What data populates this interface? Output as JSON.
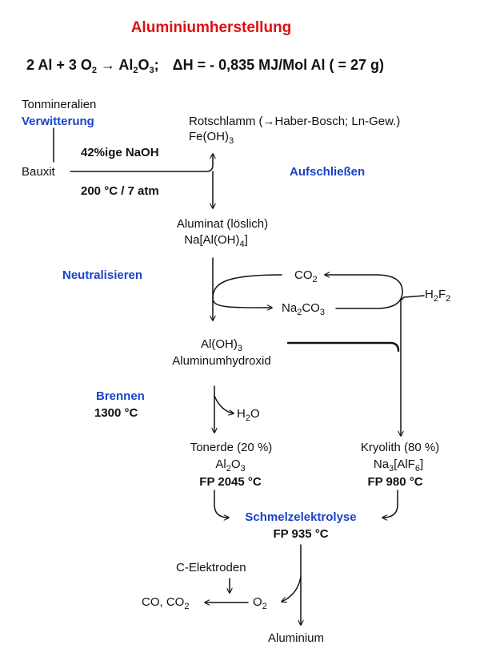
{
  "title": "Aluminiumherstellung",
  "equation": {
    "lhs_a": "2 Al + 3 O",
    "lhs_sub": "2",
    "arrow": "→",
    "product": "Al",
    "product_sub1": "2",
    "product_o": "O",
    "product_sub2": "3",
    "sep": ";",
    "delta": "ΔH = - 0,835 MJ/Mol Al ( = 27 g)"
  },
  "nodes": {
    "tonmineralien": "Tonmineralien",
    "bauxit": "Bauxit",
    "rotschlamm": "Rotschlamm (→Haber-Bosch; Ln-Gew.)",
    "feoh3_a": "Fe(OH)",
    "feoh3_sub": "3",
    "aluminat": "Aluminat (löslich)",
    "naaloh4_a": "Na[Al(OH)",
    "naaloh4_sub": "4",
    "naaloh4_b": "]",
    "co2_a": "CO",
    "co2_sub": "2",
    "h2f2_a": "H",
    "h2f2_sub1": "2",
    "h2f2_b": "F",
    "h2f2_sub2": "2",
    "na2co3_a": "Na",
    "na2co3_sub1": "2",
    "na2co3_b": "CO",
    "na2co3_sub2": "3",
    "aloh3_a": "Al(OH)",
    "aloh3_sub": "3",
    "aluminumhydroxid": "Aluminumhydroxid",
    "h2o_a": "H",
    "h2o_sub": "2",
    "h2o_b": "O",
    "tonerde": "Tonerde (20 %)",
    "al2o3_a": "Al",
    "al2o3_sub1": "2",
    "al2o3_b": "O",
    "al2o3_sub2": "3",
    "fp_tonerde": "FP 2045 °C",
    "kryolith": "Kryolith (80 %)",
    "na3alf6_a": "Na",
    "na3alf6_sub1": "3",
    "na3alf6_b": "[AlF",
    "na3alf6_sub2": "6",
    "na3alf6_c": "]",
    "fp_kryolith": "FP 980 °C",
    "fp_schmelz": "FP 935 °C",
    "c_elektroden": "C-Elektroden",
    "co_co2_a": "CO, CO",
    "co_co2_sub": "2",
    "o2_a": "O",
    "o2_sub": "2",
    "aluminium": "Aluminium"
  },
  "conditions": {
    "naoh": "42%ige NaOH",
    "temp_pressure": "200 °C / 7 atm",
    "brennen_temp": "1300 °C"
  },
  "steps": {
    "verwitterung": "Verwitterung",
    "aufschliessen": "Aufschließen",
    "neutralisieren": "Neutralisieren",
    "brennen": "Brennen",
    "schmelzelektrolyse": "Schmelzelektrolyse"
  },
  "colors": {
    "title": "#e01010",
    "step": "#1a44c8",
    "ink": "#111111"
  }
}
